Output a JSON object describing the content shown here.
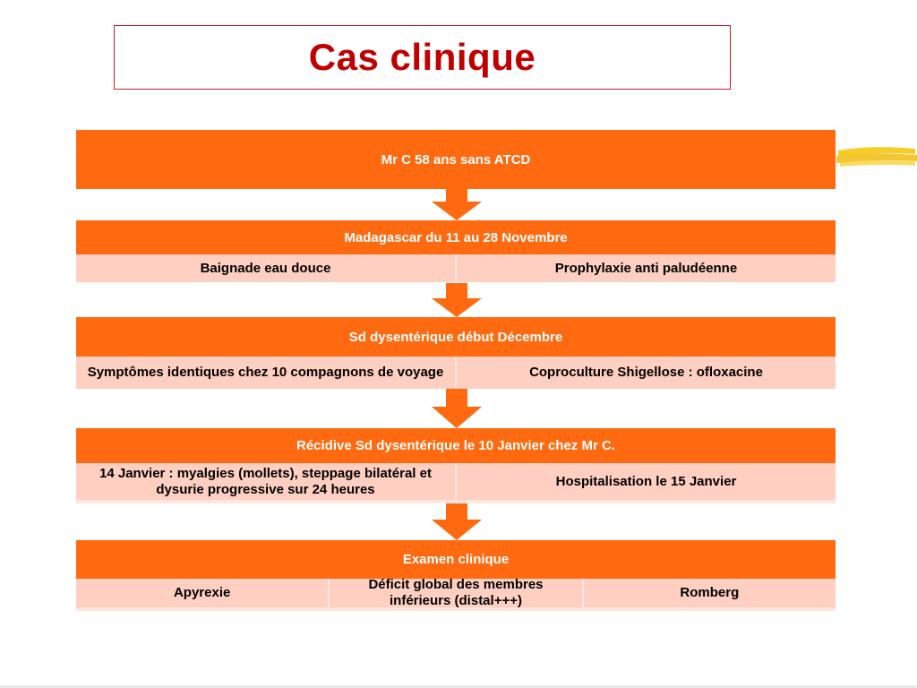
{
  "title": "Cas clinique",
  "colors": {
    "title": "#c00000",
    "header_fill": "#ff6a10",
    "cell_fill": "#ffcfc1",
    "arrow": "#ff6a10"
  },
  "blocks": [
    {
      "header": "Mr C 58 ans sans ATCD",
      "cells": []
    },
    {
      "header": "Madagascar du 11 au 28 Novembre",
      "cells": [
        "Baignade eau douce",
        "Prophylaxie anti paludéenne"
      ]
    },
    {
      "header": "Sd dysentérique début Décembre",
      "cells": [
        "Symptômes identiques chez 10 compagnons de voyage",
        "Coproculture Shigellose : ofloxacine"
      ]
    },
    {
      "header": "Récidive Sd dysentérique le 10 Janvier chez Mr C.",
      "cells": [
        "14 Janvier : myalgies (mollets), steppage bilatéral et dysurie progressive sur 24 heures",
        "Hospitalisation le 15 Janvier"
      ]
    },
    {
      "header": "Examen clinique",
      "cells": [
        "Apyrexie",
        "Déficit global des membres inférieurs (distal+++)",
        "Romberg"
      ]
    }
  ]
}
